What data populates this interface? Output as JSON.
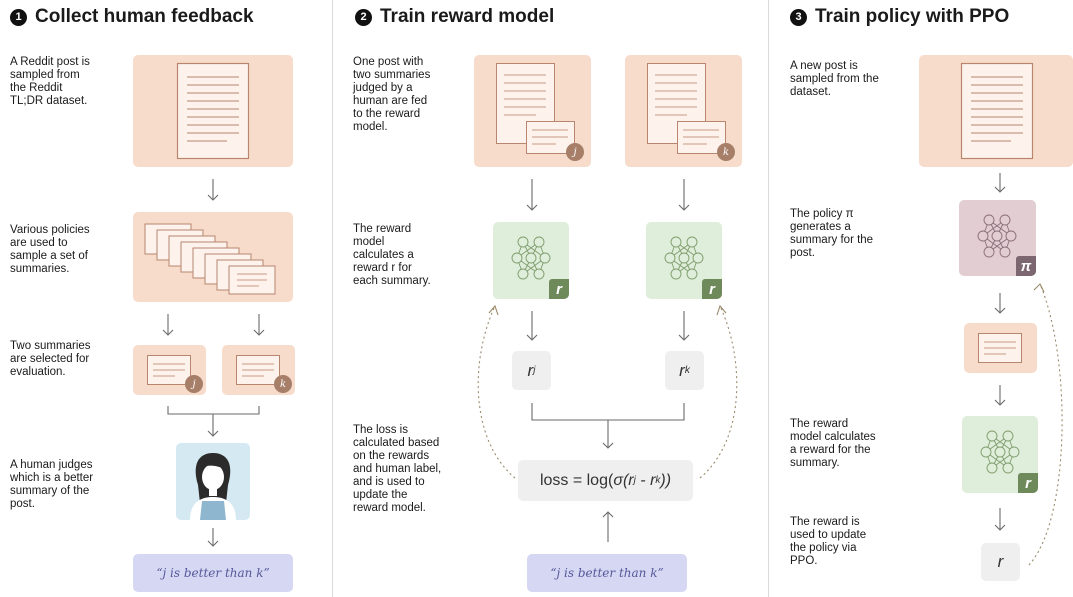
{
  "sections": [
    {
      "number": "1",
      "title": "Collect human feedback"
    },
    {
      "number": "2",
      "title": "Train reward model"
    },
    {
      "number": "3",
      "title": "Train policy with PPO"
    }
  ],
  "step1": {
    "desc_post": "A Reddit post is\nsampled from\nthe Reddit\nTL;DR dataset.",
    "desc_policies": "Various policies\nare used to\nsample a set of\nsummaries.",
    "desc_two": "Two summaries\nare selected for\nevaluation.",
    "desc_judge": "A human judges\nwhich is a better\nsummary of the\npost.",
    "badge_j": "j",
    "badge_k": "k",
    "label": "“j is better than k”"
  },
  "step2": {
    "desc_fed": "One post with\ntwo summaries\njudged by a\nhuman are fed\nto the reward\nmodel.",
    "desc_calc": "The reward\nmodel\ncalculates a\nreward r for\neach summary.",
    "desc_loss": "The loss is\ncalculated based\non the rewards\nand human label,\nand is used to\nupdate the\nreward model.",
    "badge_j": "j",
    "badge_k": "k",
    "reward_badge": "r",
    "r_j": "r",
    "r_j_sub": "j",
    "r_k": "r",
    "r_k_sub": "k",
    "loss_prefix": "loss = log(",
    "loss_sigma": "σ(r",
    "loss_sub_j": "j",
    "loss_mid": " - r",
    "loss_sub_k": "k",
    "loss_suffix": "))",
    "label": "“j is better than k”"
  },
  "step3": {
    "desc_new": "A new post is\nsampled from the\ndataset.",
    "desc_policy": "The policy π\ngenerates a\nsummary for the\npost.",
    "desc_reward": "The reward\nmodel calculates\na reward for the\nsummary.",
    "desc_update": "The reward is\nused to update\nthe policy via\nPPO.",
    "pi_badge": "π",
    "reward_badge": "r",
    "r_value": "r"
  },
  "colors": {
    "peach": "#f8dccb",
    "peach_line": "#b8866f",
    "green": "#dfeeda",
    "green_badge": "#6f8a5a",
    "mauve": "#e2cdd3",
    "mauve_badge": "#7c6670",
    "badge_brown": "#a77f69",
    "lavender": "#d6d7f2",
    "grey": "#efefef"
  }
}
